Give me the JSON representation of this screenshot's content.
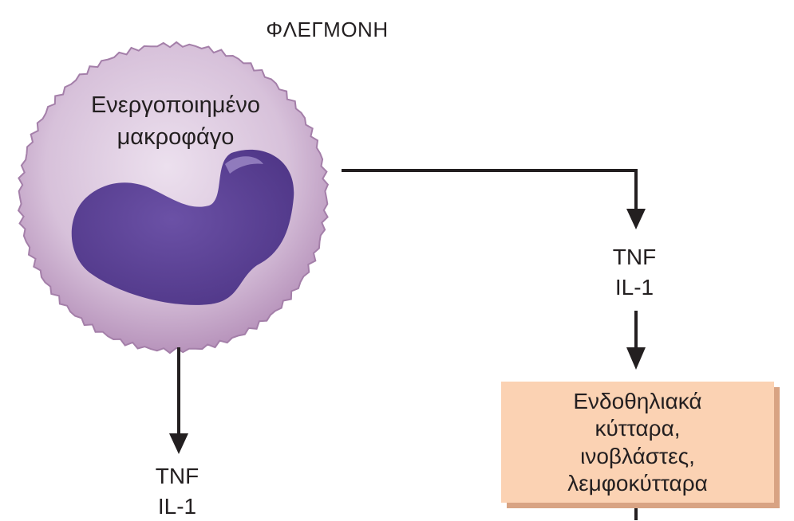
{
  "title": "ΦΛΕΓΜΟΝΗ",
  "cell": {
    "label_line1": "Ενεργοποιημένο",
    "label_line2": "μακροφάγο"
  },
  "right_mediators": {
    "tnf": "TNF",
    "il1": "IL-1"
  },
  "left_mediators": {
    "tnf": "TNF",
    "il1": "IL-1"
  },
  "target_box": {
    "line1": "Ενδοθηλιακά",
    "line2": "κύτταρα,",
    "line3": "ινοβλάστες,",
    "line4": "λεμφοκύτταρα"
  },
  "colors": {
    "cell_fill": "#d9c3dc",
    "cell_edge": "#b48fb8",
    "nucleus": "#5e4499",
    "box_fill": "#fbd2b3",
    "box_shadow": "#d8a383",
    "arrow": "#231f20"
  }
}
